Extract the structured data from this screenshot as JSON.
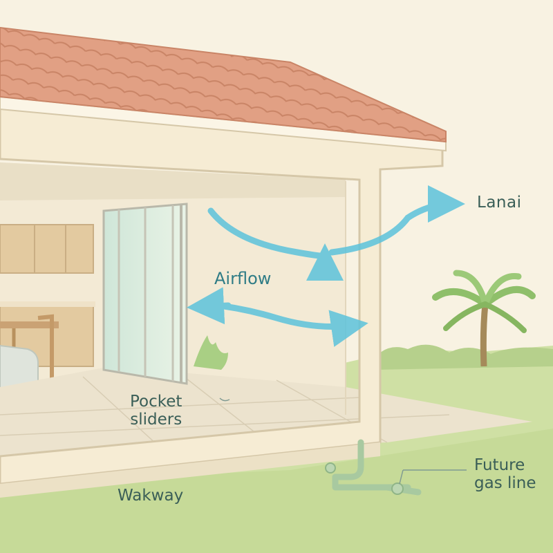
{
  "labels": {
    "lanai": "Lanai",
    "airflow": "Airflow",
    "pocket_line1": "Pocket",
    "pocket_line2": "sliders",
    "gas_line1": "Future",
    "gas_line2": "gas line",
    "walkway": "Wakway"
  },
  "colors": {
    "background": "#f8f2e2",
    "roof_tile": "#e1a084",
    "wall": "#f6ecd4",
    "lawn": "#c9dc9c",
    "airflow_arrow": "#5cc3dc",
    "gas_pipe": "#a8c9a0",
    "label_text": "#3a5e57"
  }
}
